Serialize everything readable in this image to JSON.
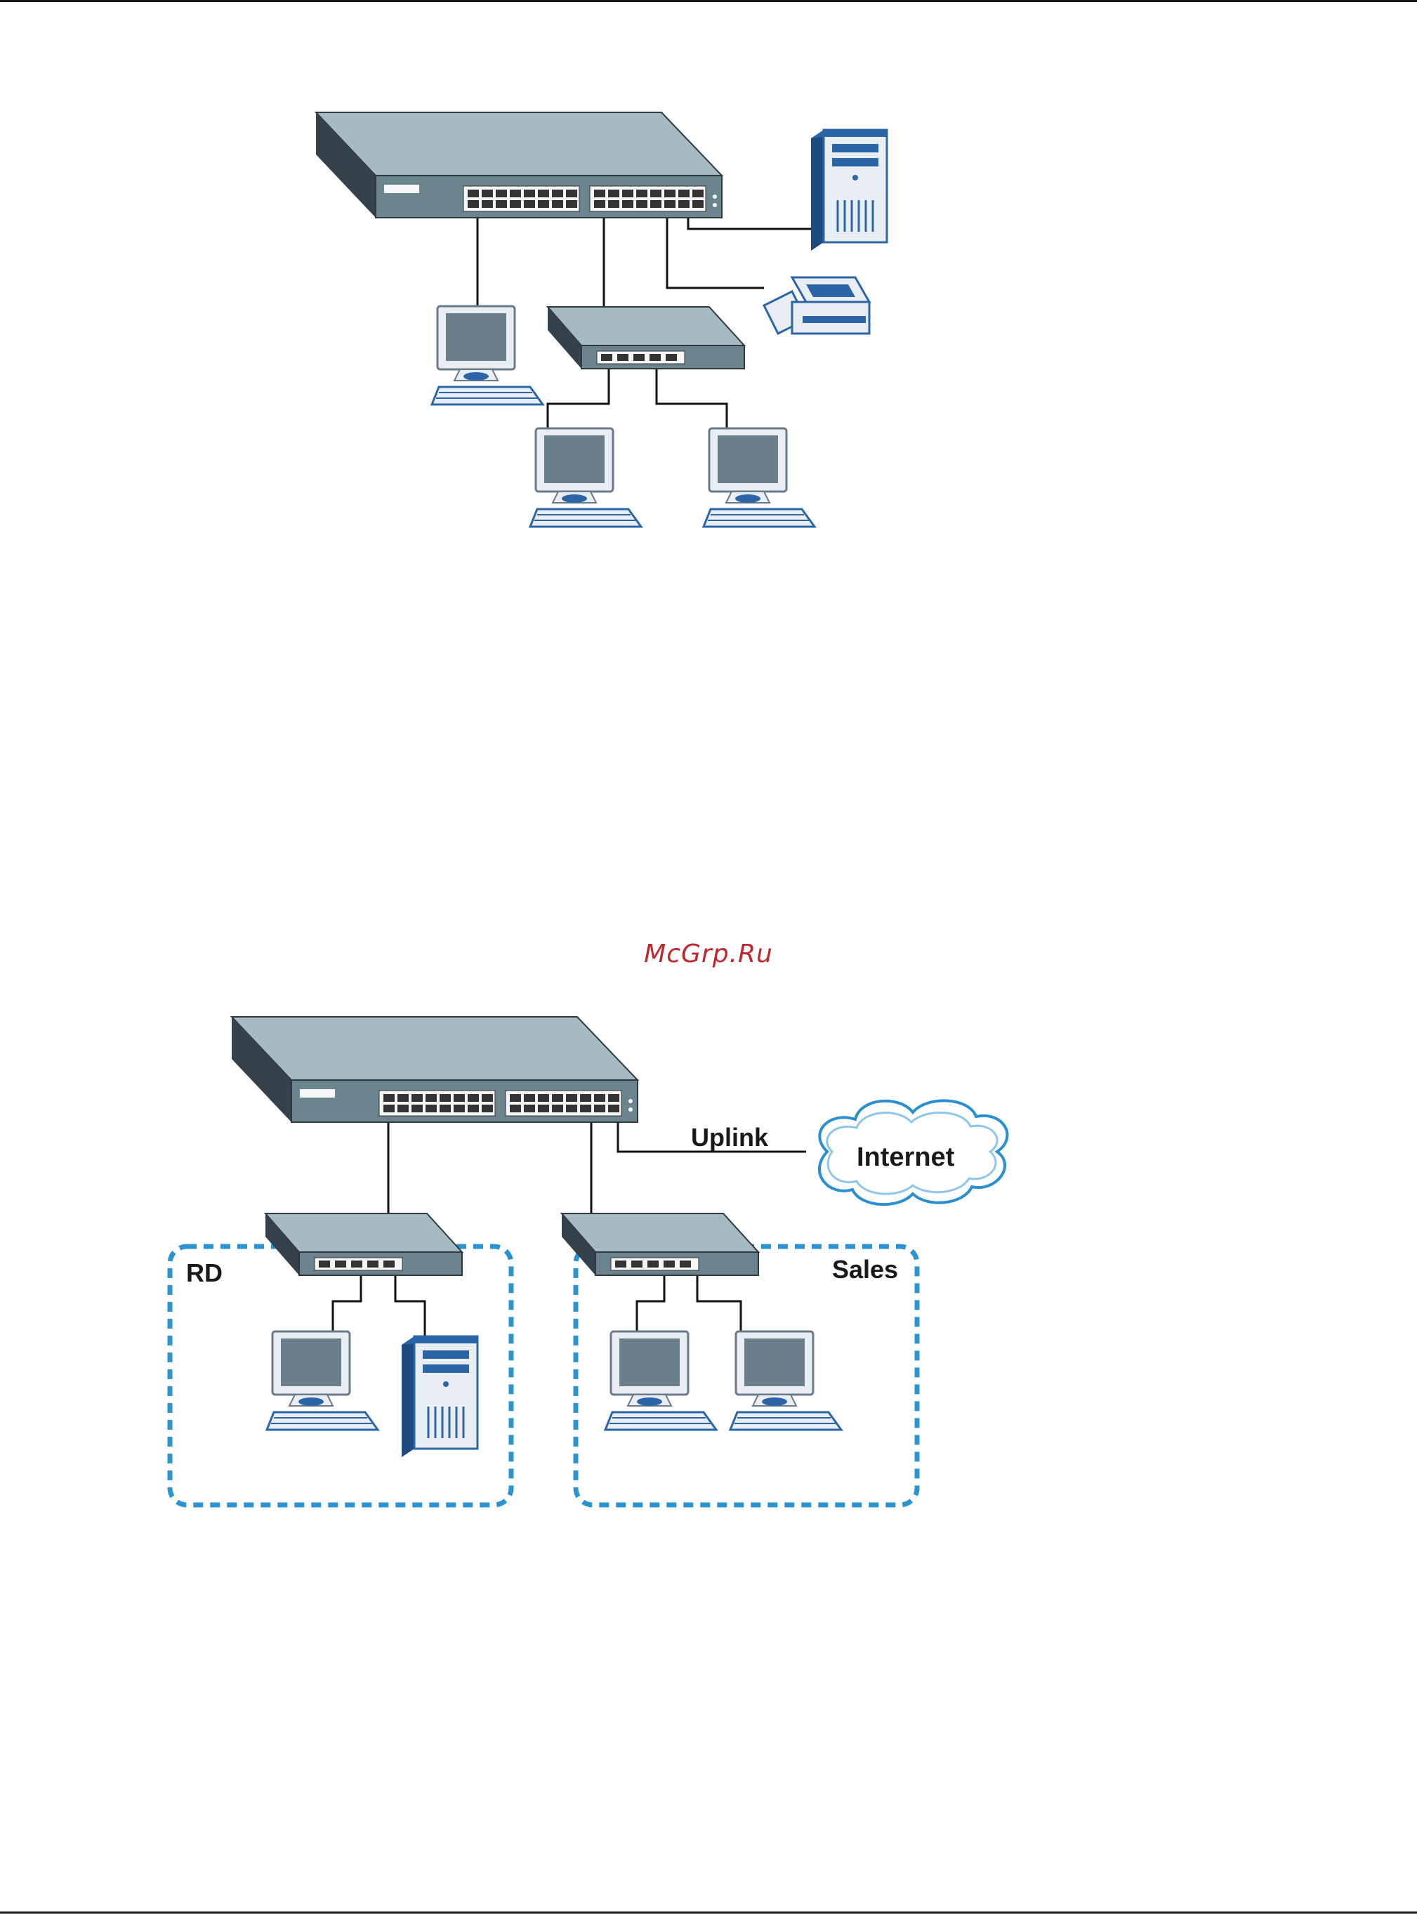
{
  "watermark": "McGrp.Ru",
  "diagram2": {
    "uplink_label": "Uplink",
    "internet_label": "Internet",
    "group_rd_label": "RD",
    "group_sales_label": "Sales"
  },
  "colors": {
    "device_top": "#a5bac2",
    "device_front": "#6c848e",
    "device_side": "#34414a",
    "port_face": "#f4f6f7",
    "pc_blue": "#2b65a8",
    "pc_side": "#1d4a7f",
    "monitor_screen": "#6b7f8b",
    "monitor_frame": "#e9eef4",
    "wire": "#111111",
    "group_border": "#2b93cf",
    "cloud_outline": "#2a8fd0",
    "watermark": "#c0262e",
    "label_text": "#1a1a1a"
  },
  "icons": [
    "switch-icon",
    "hub-icon",
    "computer-icon",
    "server-icon",
    "printer-icon",
    "cloud-icon"
  ]
}
